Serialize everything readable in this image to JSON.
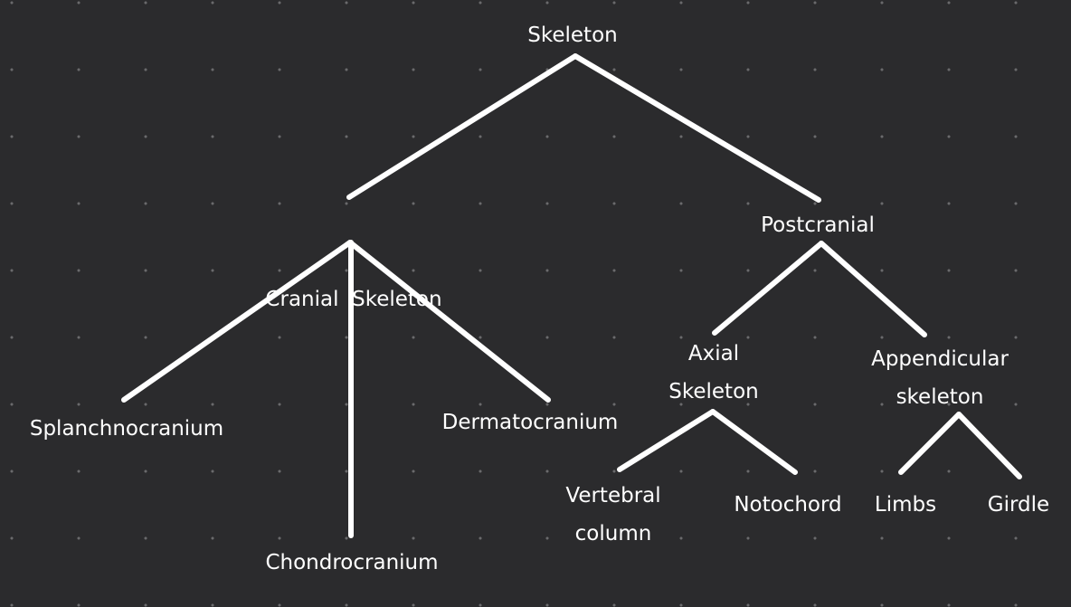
{
  "diagram": {
    "nodes": {
      "skeleton": [
        "Skeleton"
      ],
      "cranial": [
        "Cranial  Skeleton"
      ],
      "postcranial": [
        "Postcranial"
      ],
      "splanchnocranium": [
        "Splanchnocranium"
      ],
      "chondrocranium": [
        "Chondrocranium"
      ],
      "dermatocranium": [
        "Dermatocranium"
      ],
      "axial": [
        "Axial",
        "Skeleton"
      ],
      "appendicular": [
        "Appendicular",
        "skeleton"
      ],
      "vertebral": [
        "Vertebral",
        "column"
      ],
      "notochord": [
        "Notochord"
      ],
      "limbs": [
        "Limbs"
      ],
      "girdle": [
        "Girdle"
      ]
    },
    "edges": [
      [
        "skeleton",
        "cranial"
      ],
      [
        "skeleton",
        "postcranial"
      ],
      [
        "cranial",
        "splanchnocranium"
      ],
      [
        "cranial",
        "chondrocranium"
      ],
      [
        "cranial",
        "dermatocranium"
      ],
      [
        "postcranial",
        "axial"
      ],
      [
        "postcranial",
        "appendicular"
      ],
      [
        "axial",
        "vertebral"
      ],
      [
        "axial",
        "notochord"
      ],
      [
        "appendicular",
        "limbs"
      ],
      [
        "appendicular",
        "girdle"
      ]
    ]
  }
}
